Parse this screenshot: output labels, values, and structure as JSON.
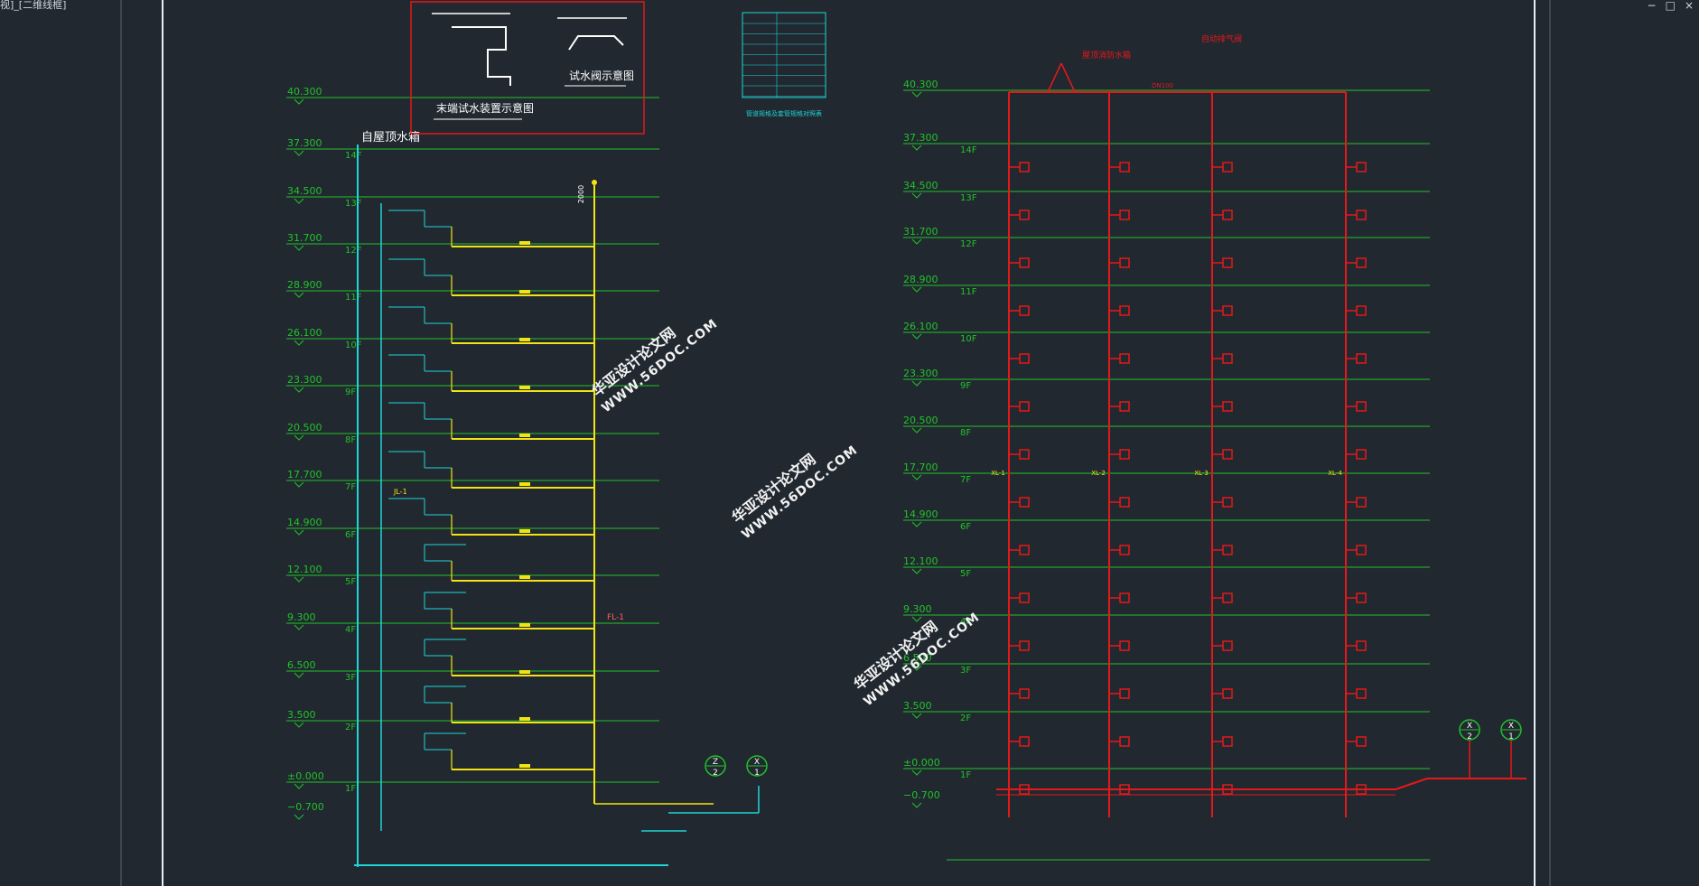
{
  "window": {
    "tab_title": "视]_[二维线框]",
    "minimize": "−",
    "restore": "□",
    "close": "×"
  },
  "colors": {
    "background": "#212830",
    "frame": "#e6edf3",
    "level_line": "#22c22a",
    "water_pipe": "#1fd6d6",
    "drain_pipe": "#f2e414",
    "fire_pipe": "#e51919",
    "label_text": "#f2e414",
    "magenta": "#ff3cf5",
    "watermark": "#f2f2f2"
  },
  "left_drawing": {
    "elevations": [
      "40.300",
      "37.300",
      "34.500",
      "31.700",
      "28.900",
      "26.100",
      "23.300",
      "20.500",
      "17.700",
      "14.900",
      "12.100",
      "9.300",
      "6.500",
      "3.500",
      "±0.000",
      "−0.700"
    ],
    "floors": [
      "14F",
      "13F",
      "12F",
      "11F",
      "10F",
      "9F",
      "8F",
      "7F",
      "6F",
      "5F",
      "4F",
      "3F",
      "2F",
      "1F"
    ],
    "roof_tank_label": "自屋顶水箱",
    "jl_label": "JL-1",
    "fl_label": "FL-1",
    "x1_code": "X",
    "x1_num": "1",
    "x2_code": "Z",
    "x2_num": "2",
    "top_dim": "2000"
  },
  "inset": {
    "label_left": "末端试水装置示意图",
    "label_right": "试水阀示意图"
  },
  "legend_title": "管道规格及套管规格对照表",
  "right_drawing": {
    "elevations": [
      "40.300",
      "37.300",
      "34.500",
      "31.700",
      "28.900",
      "26.100",
      "23.300",
      "20.500",
      "17.700",
      "14.900",
      "12.100",
      "9.300",
      "6.500",
      "3.500",
      "±0.000",
      "−0.700"
    ],
    "floors": [
      "14F",
      "13F",
      "12F",
      "11F",
      "10F",
      "9F",
      "8F",
      "7F",
      "6F",
      "5F",
      "4F",
      "3F",
      "2F",
      "1F"
    ],
    "top_label_left": "屋顶消防水箱",
    "top_label_right": "自动排气阀",
    "top_pipe_label": "DN100",
    "riser_labels": [
      "XL-1",
      "XL-2",
      "XL-3",
      "XL-4"
    ],
    "x1_code": "X",
    "x1_num": "1",
    "x2_code": "X",
    "x2_num": "2"
  },
  "watermarks": [
    {
      "cn": "华亚设计论文网",
      "url": "WWW.56DOC.COM"
    },
    {
      "cn": "华亚设计论文网",
      "url": "WWW.56DOC.COM"
    },
    {
      "cn": "华亚设计论文网",
      "url": "WWW.56DOC.COM"
    }
  ]
}
